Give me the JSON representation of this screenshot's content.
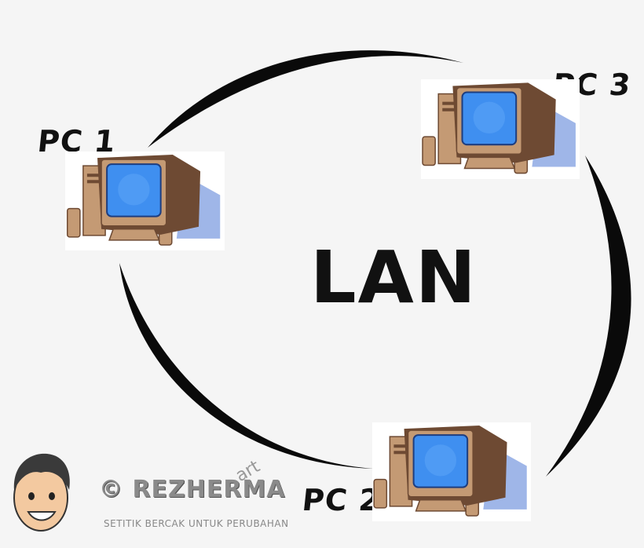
{
  "diagram": {
    "center_label": "LAN",
    "nodes": [
      {
        "id": "pc1",
        "label": "PC 1"
      },
      {
        "id": "pc2",
        "label": "PC 2"
      },
      {
        "id": "pc3",
        "label": "PC 3"
      }
    ]
  },
  "watermark": {
    "brand": "© REZHERMA",
    "brand_suffix": "art",
    "tagline": "SETITIK BERCAK UNTUK PERUBAHAN"
  },
  "colors": {
    "ring": "#0a0a0a",
    "monitor_body": "#c49a74",
    "monitor_dark": "#6e4a33",
    "screen": "#3f8ff0",
    "shadow": "#9fb6e8"
  }
}
